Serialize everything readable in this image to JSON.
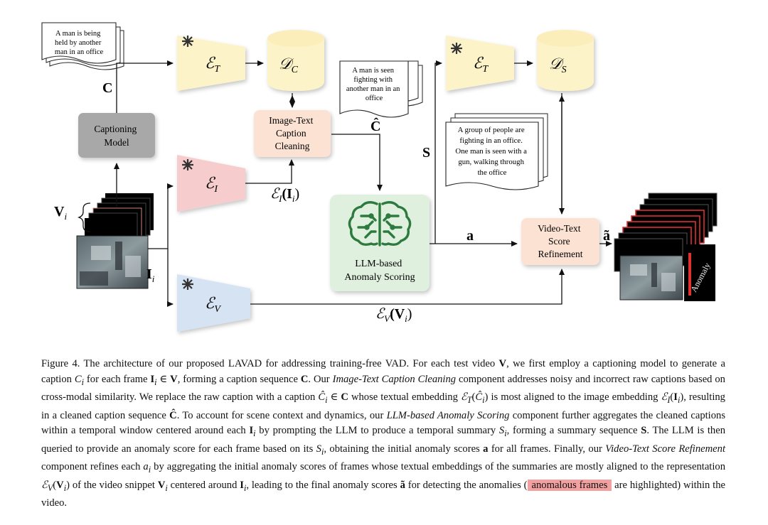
{
  "diagram": {
    "doc_caption_top": "A man is being held by another man in an office",
    "doc_caption_mid": "A man is seen fighting with another man in an office",
    "doc_summary": "A group of people are fighting in an office. One man is seen with a gun, walking through the office",
    "captioning_model": [
      "Captioning",
      "Model"
    ],
    "cleaning": [
      "Image-Text",
      "Caption",
      "Cleaning"
    ],
    "llm": [
      "LLM-based",
      "Anomaly Scoring"
    ],
    "refinement": [
      "Video-Text",
      "Score",
      "Refinement"
    ],
    "anomaly_label": "Anomaly",
    "symbols": {
      "C": "C",
      "C_hat": "Ĉ",
      "S": "S",
      "a": "a",
      "a_tilde": "ã",
      "V_i": "V",
      "V_i_sub": "i",
      "I_i": "I",
      "I_i_sub": "i",
      "E_T_top": "ℰ",
      "E_T_top_sub": "T",
      "D_C": "𝒟",
      "D_C_sub": "C",
      "E_I": "ℰ",
      "E_I_sub": "I",
      "E_I_out": "ℰ",
      "E_I_out_sub": "I",
      "E_I_out_arg": "(I",
      "E_I_out_arg_sub": "i",
      "E_I_out_close": ")",
      "E_V": "ℰ",
      "E_V_sub": "V",
      "E_V_out": "ℰ",
      "E_V_out_sub": "V",
      "E_V_out_arg": "(V",
      "E_V_out_arg_sub": "i",
      "E_V_out_close": ")",
      "E_T_right": "ℰ",
      "E_T_right_sub": "T",
      "D_S": "𝒟",
      "D_S_sub": "S"
    },
    "colors": {
      "encoder_yellow": "#fdf3c9",
      "encoder_red": "#f7cccc",
      "encoder_blue": "#d5e3f3",
      "box_gray": "#a8a8a8",
      "box_peach": "#fbe2d3",
      "box_green": "#dff0df",
      "brain_green": "#2d7a3e",
      "anomaly_red": "#e03030"
    }
  },
  "caption": {
    "s1": "Figure 4. The architecture of our proposed LAVAD for addressing training-free VAD. For each test video ",
    "s2": "V",
    "s3": ", we first employ a captioning model to generate a caption ",
    "s4": "C",
    "s5": "i",
    "s6": " for each frame ",
    "s7": "I",
    "s8": "i",
    "s9": " ∈ ",
    "s10": "V",
    "s11": ", forming a caption sequence ",
    "s12": "C",
    "s13": ". Our ",
    "s14": "Image-Text Caption Cleaning",
    "s15": " component addresses noisy and incorrect raw captions based on cross-modal similarity. We replace the raw caption with a caption ",
    "s16": "Ĉ",
    "s17": "i",
    "s18": " ∈ ",
    "s19": "C",
    "s20": " whose textual embedding ",
    "s21": "ℰ",
    "s22": "T",
    "s23": "(",
    "s24": "Ĉ",
    "s25": "i",
    "s26": ")",
    "s27": " is most aligned to the image embedding ",
    "s28": "ℰ",
    "s29": "I",
    "s30": "(",
    "s31": "I",
    "s32": "i",
    "s33": ")",
    "s34": ", resulting in a cleaned caption sequence ",
    "s35": "Ĉ",
    "s36": ". To account for scene context and dynamics, our ",
    "s37": "LLM-based Anomaly Scoring",
    "s38": " component further aggregates the cleaned captions within a temporal window centered around each ",
    "s39": "I",
    "s40": "i",
    "s41": " by prompting the LLM to produce a temporal summary ",
    "s42": "S",
    "s43": "i",
    "s44": ", forming a summary sequence ",
    "s45": "S",
    "s46": ". The LLM is then queried to provide an anomaly score for each frame based on its ",
    "s47": "S",
    "s48": "i",
    "s49": ", obtaining the initial anomaly scores ",
    "s50": "a",
    "s51": " for all frames. Finally, our ",
    "s52": "Video-Text Score Refinement",
    "s53": " component refines each ",
    "s54": "a",
    "s55": "i",
    "s56": " by aggregating the initial anomaly scores of frames whose textual embeddings of the summaries are mostly aligned to the representation ",
    "s57": "ℰ",
    "s58": "V",
    "s59": "(",
    "s60": "V",
    "s61": "i",
    "s62": ")",
    "s63": " of the video snippet ",
    "s64": "V",
    "s65": "i",
    "s66": " centered around ",
    "s67": "I",
    "s68": "i",
    "s69": ", leading to the final anomaly scores ",
    "s70": "ã",
    "s71": " for detecting the anomalies (",
    "s72": "anomalous frames",
    "s73": " are highlighted) within the video."
  }
}
